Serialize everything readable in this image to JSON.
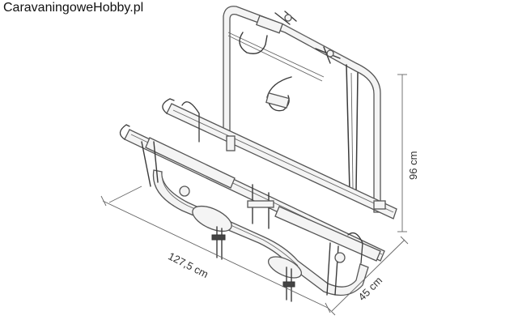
{
  "watermark": "CaravaningoweHobby.pl",
  "dimensions": {
    "length": "127,5 cm",
    "height": "96 cm",
    "depth": "45 cm"
  },
  "colors": {
    "line": "#3a3a3a",
    "text": "#333333"
  }
}
